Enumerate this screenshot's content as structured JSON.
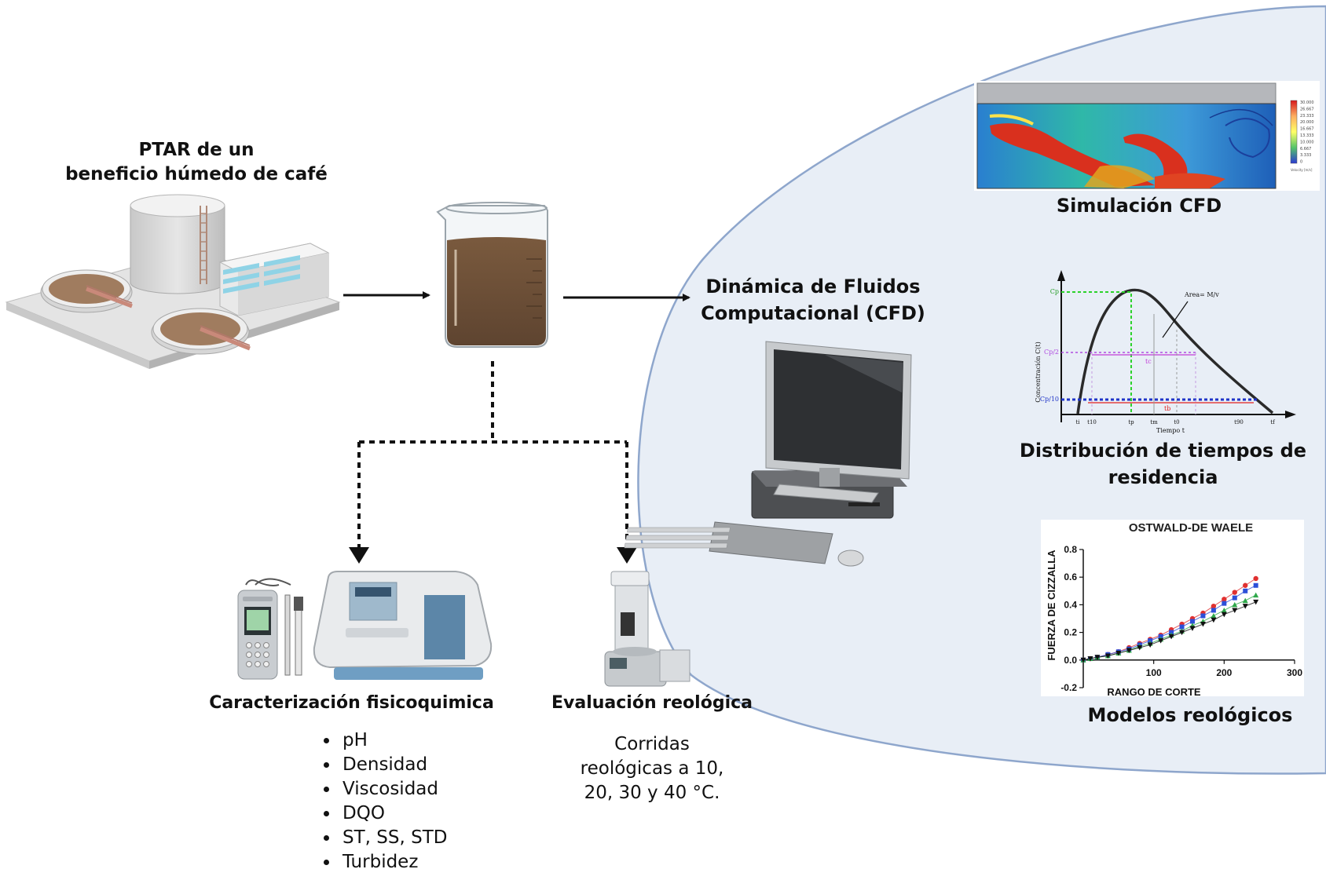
{
  "labels": {
    "ptar_line1": "PTAR de un",
    "ptar_line2": "beneficio húmedo de café",
    "cfd_line1": "Dinámica de Fluidos",
    "cfd_line2": "Computacional (CFD)",
    "sim_cfd": "Simulación CFD",
    "dtr_line1": "Distribución de tiempos de",
    "dtr_line2": "residencia",
    "modelos": "Modelos reológicos",
    "caracterizacion": "Caracterización fisicoquimica",
    "evaluacion": "Evaluación reológica"
  },
  "parameters": [
    "pH",
    "Densidad",
    "Viscosidad",
    "DQO",
    "ST, SS, STD",
    "Turbidez"
  ],
  "rheology_text": {
    "line1": "Corridas",
    "line2": "reológicas a 10,",
    "line3": "20, 30 y 40 °C."
  },
  "cfd_legend_values": [
    "30.000",
    "26.667",
    "23.333",
    "20.000",
    "16.667",
    "13.333",
    "10.000",
    "6.667",
    "3.333",
    "0"
  ],
  "cfd_legend_unit": "Velocity [m/s]",
  "rtd_graph": {
    "y_axis_label": "Concentración C(t)",
    "x_axis_label": "Tiempo t",
    "area_label": "Area= M/v",
    "y_ticks": [
      "Cp",
      "Cp/2",
      "Cp/10"
    ],
    "x_ticks": [
      "ti",
      "t10",
      "tp",
      "tm",
      "t0",
      "t90",
      "tf"
    ],
    "span_labels": [
      "tc",
      "tb"
    ]
  },
  "chart_data": {
    "type": "scatter",
    "title": "OSTWALD-DE WAELE",
    "xlabel": "RANGO DE CORTE",
    "ylabel": "FUERZA DE CIZZALLA",
    "xlim": [
      0,
      300
    ],
    "ylim": [
      -0.2,
      0.8
    ],
    "x_ticks": [
      "100",
      "200",
      "300"
    ],
    "y_ticks": [
      "-0.2",
      "0.0",
      "0.2",
      "0.4",
      "0.6",
      "0.8"
    ],
    "x": [
      0,
      10,
      20,
      35,
      50,
      65,
      80,
      95,
      110,
      125,
      140,
      155,
      170,
      185,
      200,
      215,
      230,
      245
    ],
    "series": [
      {
        "color": "#e03030",
        "values": [
          0.0,
          0.01,
          0.02,
          0.04,
          0.06,
          0.09,
          0.12,
          0.15,
          0.18,
          0.22,
          0.26,
          0.3,
          0.34,
          0.39,
          0.44,
          0.49,
          0.54,
          0.59
        ]
      },
      {
        "color": "#2c4fd8",
        "values": [
          0.0,
          0.01,
          0.02,
          0.04,
          0.06,
          0.08,
          0.11,
          0.14,
          0.17,
          0.2,
          0.24,
          0.28,
          0.32,
          0.36,
          0.41,
          0.45,
          0.5,
          0.54
        ]
      },
      {
        "color": "#2fa84a",
        "values": [
          0.0,
          0.01,
          0.02,
          0.03,
          0.05,
          0.07,
          0.1,
          0.12,
          0.15,
          0.18,
          0.21,
          0.25,
          0.28,
          0.32,
          0.36,
          0.4,
          0.43,
          0.47
        ]
      },
      {
        "color": "#111111",
        "values": [
          0.0,
          0.01,
          0.02,
          0.03,
          0.05,
          0.07,
          0.09,
          0.11,
          0.14,
          0.17,
          0.2,
          0.23,
          0.26,
          0.29,
          0.33,
          0.36,
          0.39,
          0.42
        ]
      }
    ]
  }
}
